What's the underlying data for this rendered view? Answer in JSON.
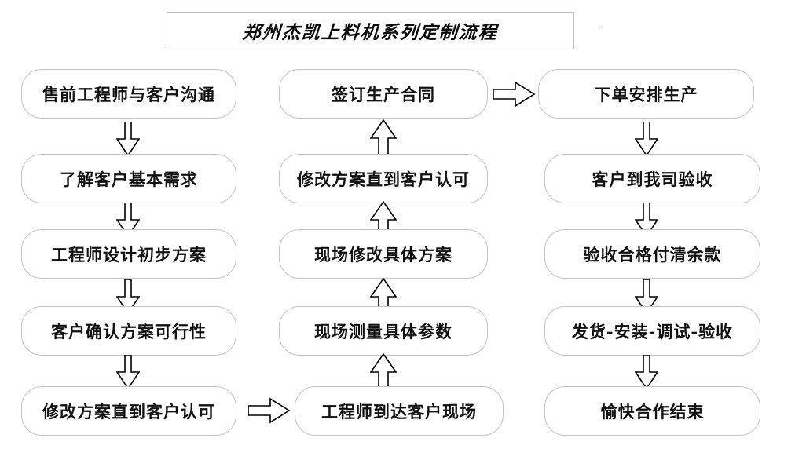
{
  "title": {
    "text": "郑州杰凯上料机系列定制流程"
  },
  "columns": [
    {
      "name": "pre-sales-column",
      "direction": "down",
      "nodes": [
        {
          "label": "售前工程师与客户沟通"
        },
        {
          "label": "了解客户基本需求"
        },
        {
          "label": "工程师设计初步方案"
        },
        {
          "label": "客户确认方案可行性"
        },
        {
          "label": "修改方案直到客户认可"
        }
      ]
    },
    {
      "name": "on-site-column",
      "direction": "up",
      "nodes": [
        {
          "label": "签订生产合同"
        },
        {
          "label": "修改方案直到客户认可"
        },
        {
          "label": "现场修改具体方案"
        },
        {
          "label": "现场测量具体参数"
        },
        {
          "label": "工程师到达客户现场"
        }
      ]
    },
    {
      "name": "production-column",
      "direction": "down",
      "nodes": [
        {
          "label": "下单安排生产"
        },
        {
          "label": "客户到我司验收"
        },
        {
          "label": "验收合格付清余款"
        },
        {
          "label": "发货-安装-调试-验收"
        },
        {
          "label": "愉快合作结束"
        }
      ]
    }
  ],
  "connectors": {
    "col1_to_col2": "arrow-right",
    "col2_to_col3": "arrow-right",
    "col1_internal": "arrow-down",
    "col2_internal": "arrow-up",
    "col3_internal": "arrow-down"
  },
  "colors": {
    "box_border": "#c4c4c4",
    "title_border": "#bfbfbf",
    "text": "#111111",
    "arrow_stroke": "#000000",
    "background": "#ffffff"
  }
}
